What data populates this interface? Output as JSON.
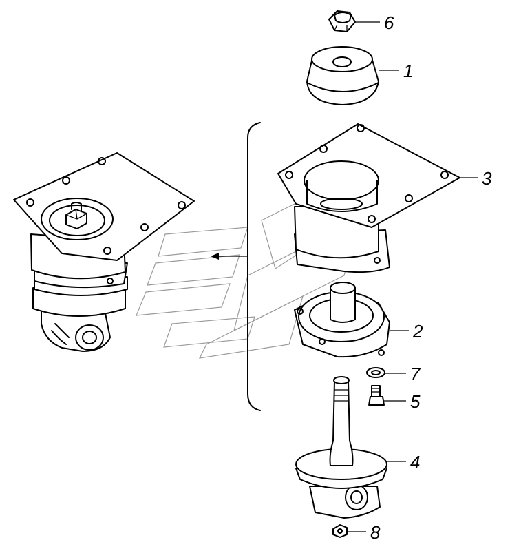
{
  "diagram": {
    "callouts": [
      {
        "id": "c6",
        "label": "6"
      },
      {
        "id": "c1",
        "label": "1"
      },
      {
        "id": "c3",
        "label": "3"
      },
      {
        "id": "c2",
        "label": "2"
      },
      {
        "id": "c7",
        "label": "7"
      },
      {
        "id": "c5",
        "label": "5"
      },
      {
        "id": "c4",
        "label": "4"
      },
      {
        "id": "c8",
        "label": "8"
      }
    ]
  }
}
